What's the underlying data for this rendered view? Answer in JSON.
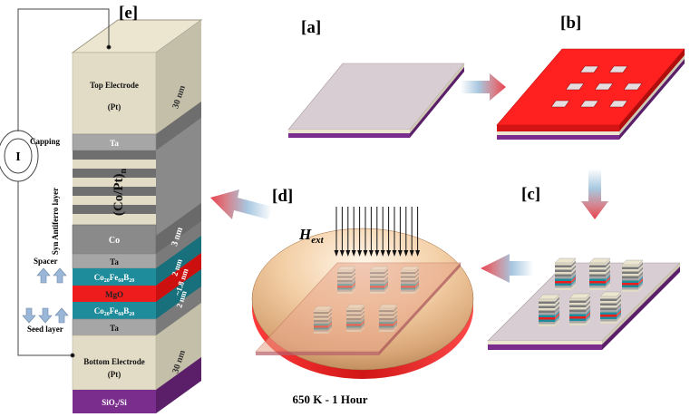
{
  "panels": {
    "a": "[a]",
    "b": "[b]",
    "c": "[c]",
    "d": "[d]",
    "e": "[e]"
  },
  "stack": {
    "top_electrode": "Top Electrode",
    "top_electrode_material": "(Pt)",
    "top_thickness": "30 nm",
    "capping_ta": "Ta",
    "co_pt": "(Co/Pt)",
    "co_pt_sub": "n",
    "co": "Co",
    "co_thickness": "3 nm",
    "spacer_ta": "Ta",
    "cofeb_top_main": "Co",
    "cofeb_top_s1": "20",
    "cofeb_top_fe": "Fe",
    "cofeb_top_s2": "60",
    "cofeb_top_b": "B",
    "cofeb_top_s3": "20",
    "cofeb_top_thickness": "2 nm",
    "mgo": "MgO",
    "mgo_thickness": "~1.8 nm",
    "cofeb_bottom_main": "Co",
    "cofeb_bottom_s1": "20",
    "cofeb_bottom_fe": "Fe",
    "cofeb_bottom_s2": "60",
    "cofeb_bottom_b": "B",
    "cofeb_bottom_s3": "20",
    "cofeb_bottom_thickness": "2 nm",
    "seed_ta": "Ta",
    "bottom_electrode": "Bottom Electrode",
    "bottom_electrode_material": "(Pt)",
    "bottom_thickness": "30 nm",
    "substrate_main": "SiO",
    "substrate_sub": "2",
    "substrate_rest": "/Si"
  },
  "side_labels": {
    "capping": "Capping",
    "syn_antiferro": "Syn Antiferro layer",
    "spacer": "Spacer",
    "seed": "Seed layer",
    "current": "I"
  },
  "anneal": {
    "field_main": "H",
    "field_sub": "ext",
    "condition": "650 K  - 1 Hour"
  },
  "colors": {
    "electrode": "#e2dcc6",
    "ta": "#a6a6a6",
    "cofeb": "#1f8c9c",
    "mgo": "#ee1c1c",
    "substrate": "#7b2d8e",
    "resist": "#ff2020",
    "substrate_film": "#d8cdd2"
  }
}
